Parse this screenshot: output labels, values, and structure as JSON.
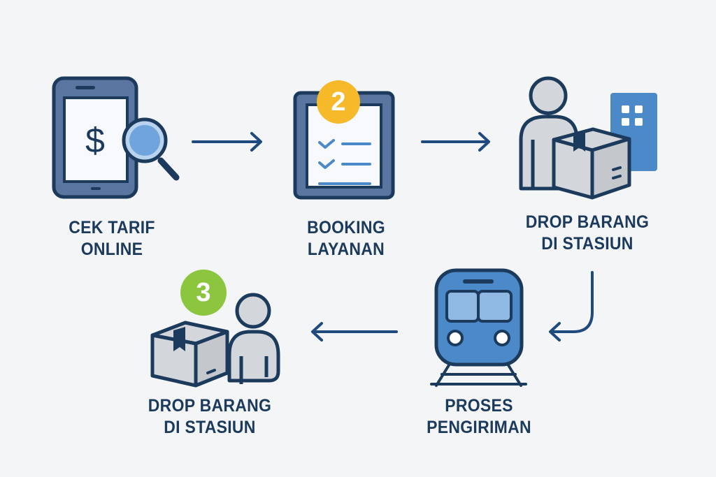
{
  "diagram": {
    "type": "process-flow",
    "steps": [
      {
        "id": "cek-tarif",
        "line1": "CEK TARIF",
        "line2": "ONLINE",
        "icon": "phone-search-dollar-icon"
      },
      {
        "id": "booking",
        "line1": "BOOKING",
        "line2": "LAYANAN",
        "icon": "clipboard-checklist-icon",
        "badge": "2",
        "badge_color": "#f6b929"
      },
      {
        "id": "drop-barang-1",
        "line1": "DROP BARANG",
        "line2": "DI STASIUN",
        "icon": "person-box-building-icon"
      },
      {
        "id": "proses",
        "line1": "PROSES",
        "line2": "PENGIRIMAN",
        "icon": "train-icon"
      },
      {
        "id": "drop-barang-2",
        "line1": "DROP BARANG",
        "line2": "DI STASIUN",
        "icon": "box-person-icon",
        "badge": "3",
        "badge_color": "#8cc63f"
      }
    ],
    "arrows": [
      {
        "from": "cek-tarif",
        "to": "booking",
        "direction": "right"
      },
      {
        "from": "booking",
        "to": "drop-barang-1",
        "direction": "right"
      },
      {
        "from": "drop-barang-1",
        "to": "proses",
        "direction": "down-left"
      },
      {
        "from": "proses",
        "to": "drop-barang-2",
        "direction": "left"
      }
    ],
    "colors": {
      "background": "#f4f5f7",
      "navy": "#1b3a5c",
      "steel_blue": "#5876a0",
      "light_blue": "#4b89c8",
      "pale_blue": "#8fb8e2",
      "gray_fill": "#d3d6da",
      "badge_yellow": "#f6b929",
      "badge_green": "#8cc63f"
    }
  }
}
